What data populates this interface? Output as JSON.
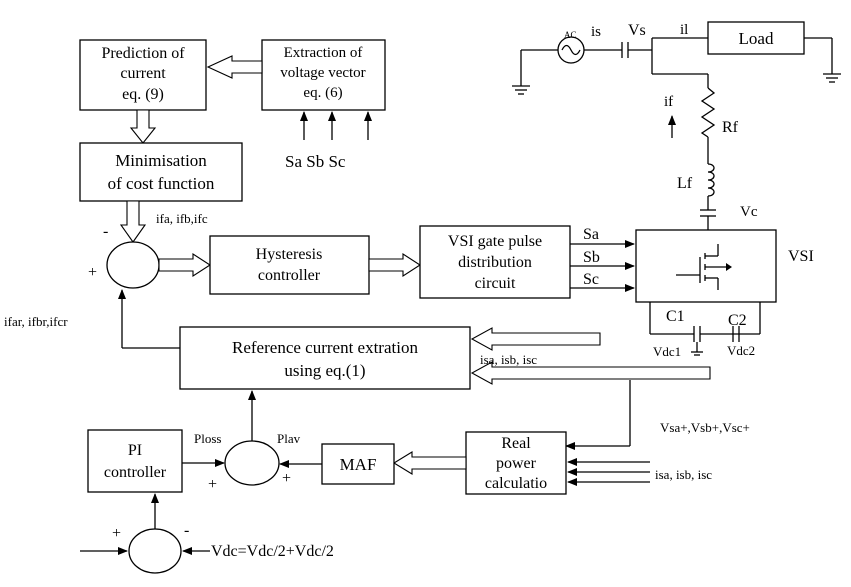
{
  "blocks": {
    "prediction": [
      "Prediction of",
      "current",
      "eq. (9)"
    ],
    "extraction": [
      "Extraction of",
      "voltage vector",
      "eq. (6)"
    ],
    "minimisation": [
      "Minimisation",
      "of cost function"
    ],
    "hysteresis": [
      "Hysteresis",
      "controller"
    ],
    "vsi_gate": [
      "VSI gate pulse",
      "distribution",
      "circuit"
    ],
    "reference": [
      "Reference current extration",
      "using eq.(1)"
    ],
    "pi": [
      "PI",
      "controller"
    ],
    "maf": "MAF",
    "real_power": [
      "Real",
      "power",
      "calculatio"
    ],
    "load": "Load"
  },
  "labels": {
    "sa_sb_sc_in": "Sa Sb Sc",
    "if_abc": "ifa, ifb,ifc",
    "minus": "-",
    "plus": "+",
    "if_ref": "ifar, ifbr,ifcr",
    "gate_a": "Sa",
    "gate_b": "Sb",
    "gate_c": "Sc",
    "vsi": "VSI",
    "ac": "AC",
    "is": "is",
    "vs": "Vs",
    "il": "il",
    "if": "if",
    "rf": "Rf",
    "lf": "Lf",
    "vc": "Vc",
    "c1": "C1",
    "c2": "C2",
    "vdc1": "Vdc1",
    "vdc2": "Vdc2",
    "isabc_ref": "isa, isb, isc",
    "vs_plus": "Vsa+,Vsb+,Vsc+",
    "isabc_real": "isa, isb, isc",
    "ploss": "Ploss",
    "plav": "Plav",
    "vdc_eq": "Vdc=Vdc/2+Vdc/2"
  }
}
